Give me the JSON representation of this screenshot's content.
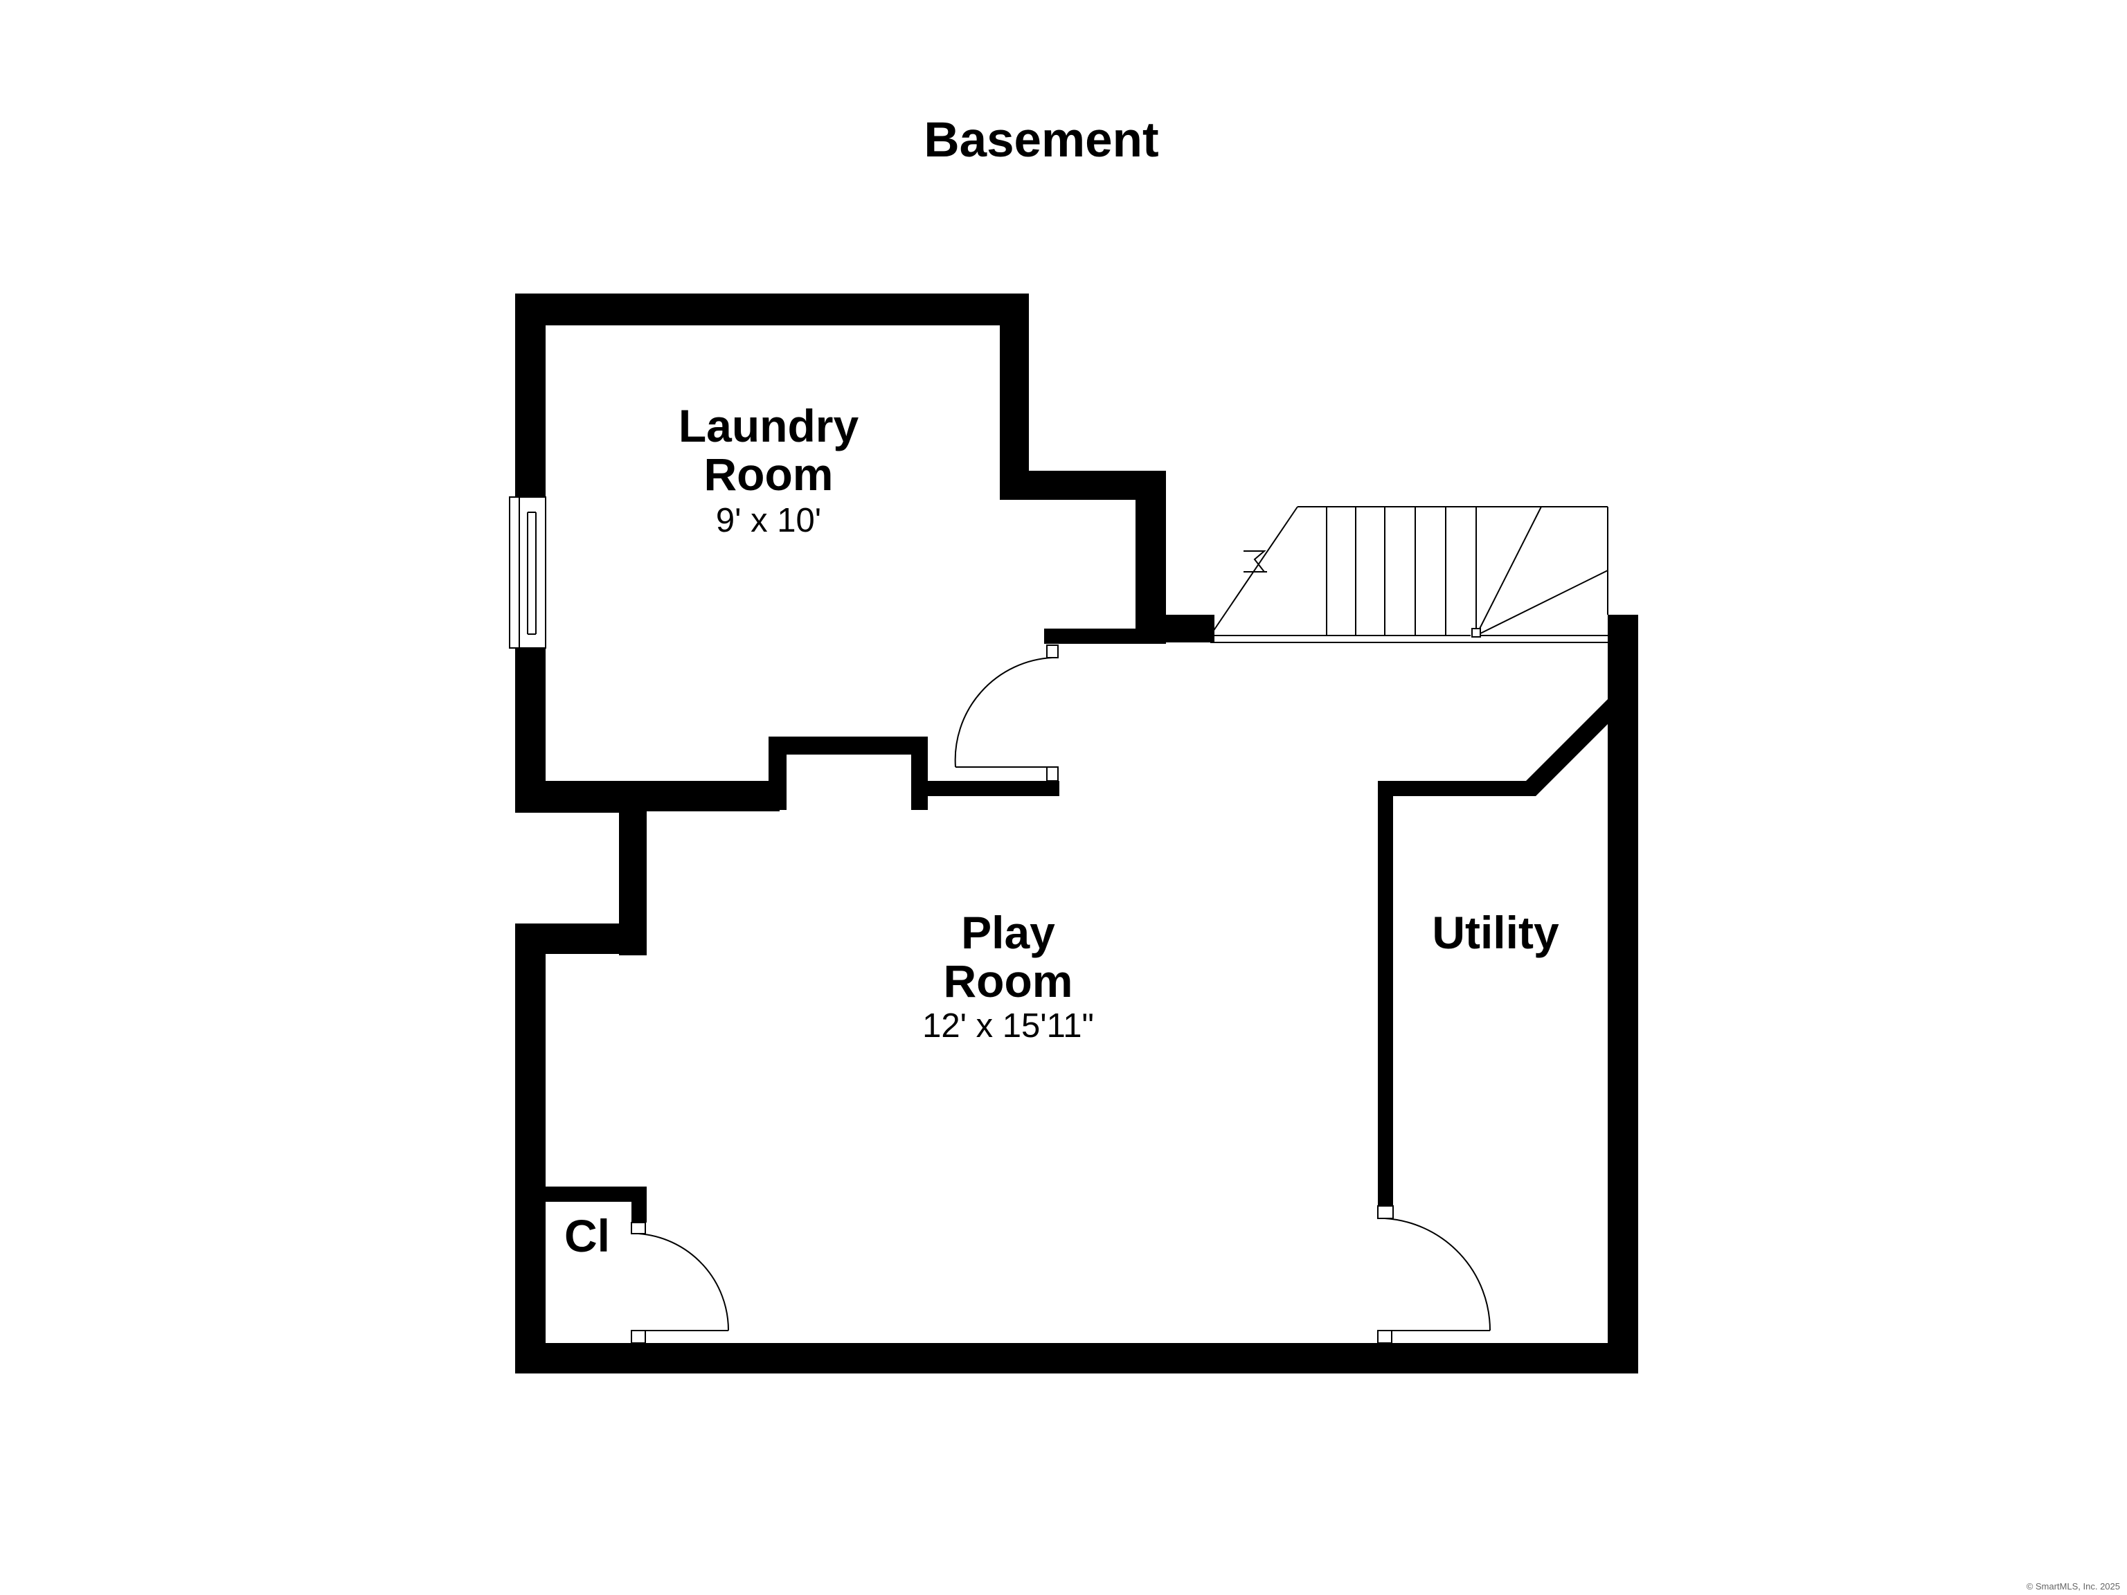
{
  "plan": {
    "title": "Basement",
    "rooms": {
      "laundry": {
        "name_line1": "Laundry",
        "name_line2": "Room",
        "dims": "9' x 10'"
      },
      "play": {
        "name_line1": "Play",
        "name_line2": "Room",
        "dims": "12' x 15'11\""
      },
      "utility": {
        "name": "Utility"
      },
      "closet": {
        "name": "Cl"
      }
    },
    "copyright": "© SmartMLS, Inc. 2025"
  },
  "colors": {
    "wall": "#000000",
    "background": "#ffffff"
  }
}
